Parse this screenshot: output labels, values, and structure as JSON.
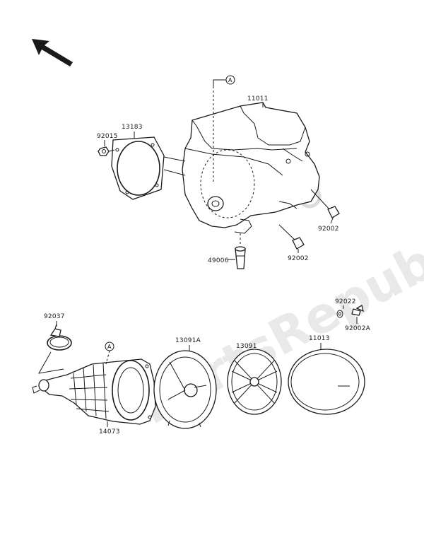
{
  "watermark": "PartsRepublik",
  "callout_marker": "A",
  "parts": {
    "p11011": "11011",
    "p13183": "13183",
    "p92015": "92015",
    "p92002_upper": "92002",
    "p92002_lower": "92002",
    "p49006": "49006",
    "p92037": "92037",
    "p14073": "14073",
    "p13091A": "13091A",
    "p13091": "13091",
    "p11013": "11013",
    "p92022": "92022",
    "p92002A": "92002A"
  }
}
